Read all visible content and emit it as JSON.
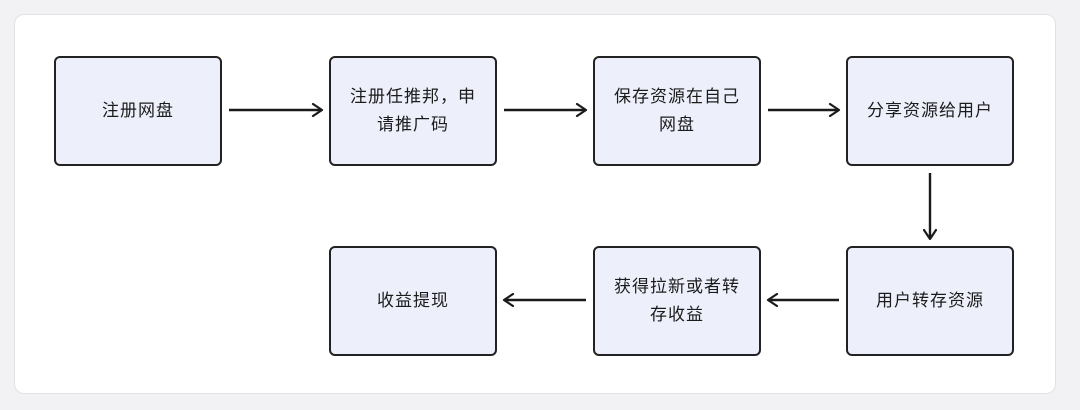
{
  "diagram": {
    "nodes": {
      "n1": "注册网盘",
      "n2": "注册任推邦，申请推广码",
      "n3": "保存资源在自己网盘",
      "n4": "分享资源给用户",
      "n5": "用户转存资源",
      "n6": "获得拉新或者转存收益",
      "n7": "收益提现"
    },
    "edges": [
      {
        "from": "n1",
        "to": "n2"
      },
      {
        "from": "n2",
        "to": "n3"
      },
      {
        "from": "n3",
        "to": "n4"
      },
      {
        "from": "n4",
        "to": "n5"
      },
      {
        "from": "n5",
        "to": "n6"
      },
      {
        "from": "n6",
        "to": "n7"
      }
    ]
  }
}
